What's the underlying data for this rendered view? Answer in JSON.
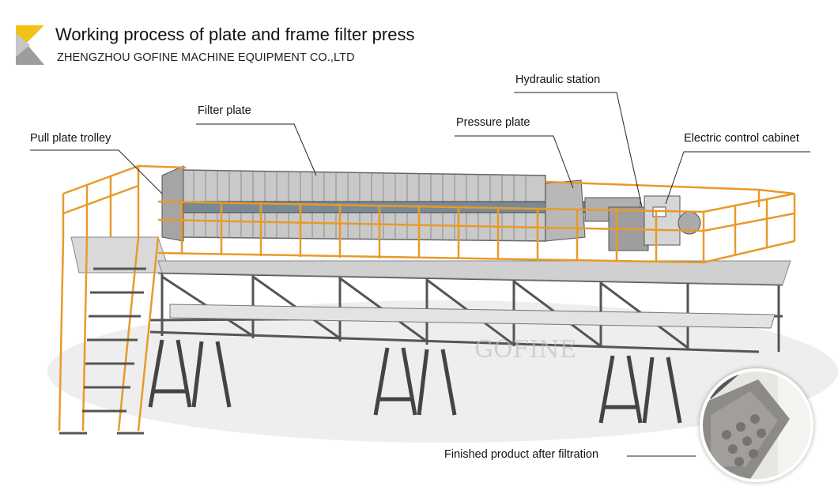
{
  "header": {
    "title": "Working process of plate and frame filter press",
    "subtitle": "ZHENGZHOU GOFINE MACHINE EQUIPMENT CO.,LTD",
    "logo_colors": {
      "top": "#f2c21b",
      "bottom": "#9c9c9c"
    }
  },
  "labels": {
    "filter_plate": "Filter plate",
    "pull_plate_trolley": "Pull plate trolley",
    "pressure_plate": "Pressure plate",
    "hydraulic_station": "Hydraulic station",
    "electric_control_cabinet": "Electric control cabinet",
    "finished_product": "Finished product after filtration"
  },
  "colors": {
    "railing": "#e89a2a",
    "frame": "#555555",
    "plates": "#c9c9c9",
    "leader_line": "#222222"
  }
}
